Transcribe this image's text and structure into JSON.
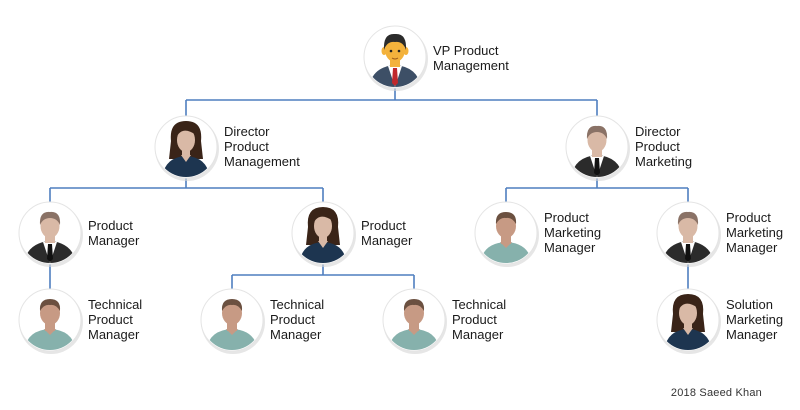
{
  "nodes": [
    {
      "id": "vp",
      "label": "VP Product\nManagement",
      "avatar": "male-suit-red-tie"
    },
    {
      "id": "dir_pm",
      "label": "Director\nProduct\nManagement",
      "avatar": "female-dark-hair"
    },
    {
      "id": "dir_mkt",
      "label": "Director\nProduct\nMarketing",
      "avatar": "male-suit"
    },
    {
      "id": "pm_1",
      "label": "Product\nManager",
      "avatar": "male-suit"
    },
    {
      "id": "pm_2",
      "label": "Product\nManager",
      "avatar": "female-dark-hair"
    },
    {
      "id": "pmm_1",
      "label": "Product\nMarketing\nManager",
      "avatar": "male-casual"
    },
    {
      "id": "pmm_2",
      "label": "Product\nMarketing\nManager",
      "avatar": "male-suit"
    },
    {
      "id": "tpm_1",
      "label": "Technical\nProduct\nManager",
      "avatar": "male-casual"
    },
    {
      "id": "tpm_2",
      "label": "Technical\nProduct\nManager",
      "avatar": "male-casual"
    },
    {
      "id": "tpm_3",
      "label": "Technical\nProduct\nManager",
      "avatar": "male-casual"
    },
    {
      "id": "smm",
      "label": "Solution\nMarketing\nManager",
      "avatar": "female-dark-hair"
    }
  ],
  "edges": [
    [
      "vp",
      "dir_pm"
    ],
    [
      "vp",
      "dir_mkt"
    ],
    [
      "dir_pm",
      "pm_1"
    ],
    [
      "dir_pm",
      "pm_2"
    ],
    [
      "dir_mkt",
      "pmm_1"
    ],
    [
      "dir_mkt",
      "pmm_2"
    ],
    [
      "pm_1",
      "tpm_1"
    ],
    [
      "pm_2",
      "tpm_2"
    ],
    [
      "pm_2",
      "tpm_3"
    ],
    [
      "pmm_2",
      "smm"
    ]
  ],
  "credit": "2018 Saeed Khan",
  "colors": {
    "connector": "#4f7fbf",
    "circle_border": "#e4e4e4",
    "skin_light": "#d9b9a6",
    "skin_tan": "#c79a84",
    "skin_warm": "#f3b23c",
    "suit_dark": "#2b2b2b",
    "suit_blue": "#3d4f66",
    "shirt_teal": "#86b1ac",
    "dress_navy": "#1d3550",
    "hair_brown": "#3a2418",
    "tie_red": "#c0282b"
  }
}
